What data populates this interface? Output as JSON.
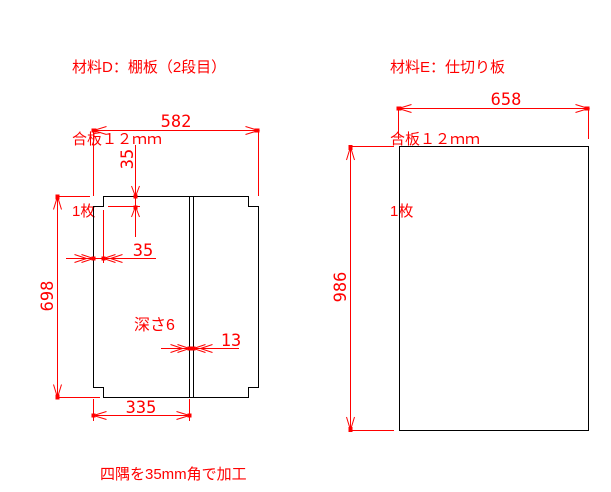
{
  "drawing": {
    "background": "#ffffff",
    "outline_color": "#000000",
    "dimension_color": "#ff0000"
  },
  "part_d": {
    "title": "材料D：棚板（2段目）",
    "material": "合板１２ｍｍ",
    "quantity": "1枚",
    "dim_width": "582",
    "dim_height": "698",
    "dim_corner_vertical": "35",
    "dim_corner_horizontal": "35",
    "groove_depth_label": "深さ6",
    "dim_groove_width": "13",
    "dim_groove_position": "335",
    "note": "四隅を35mm角で加工"
  },
  "part_e": {
    "title": "材料E：仕切り板",
    "material": "合板１２ｍｍ",
    "quantity": "1枚",
    "dim_width": "658",
    "dim_height": "986"
  }
}
